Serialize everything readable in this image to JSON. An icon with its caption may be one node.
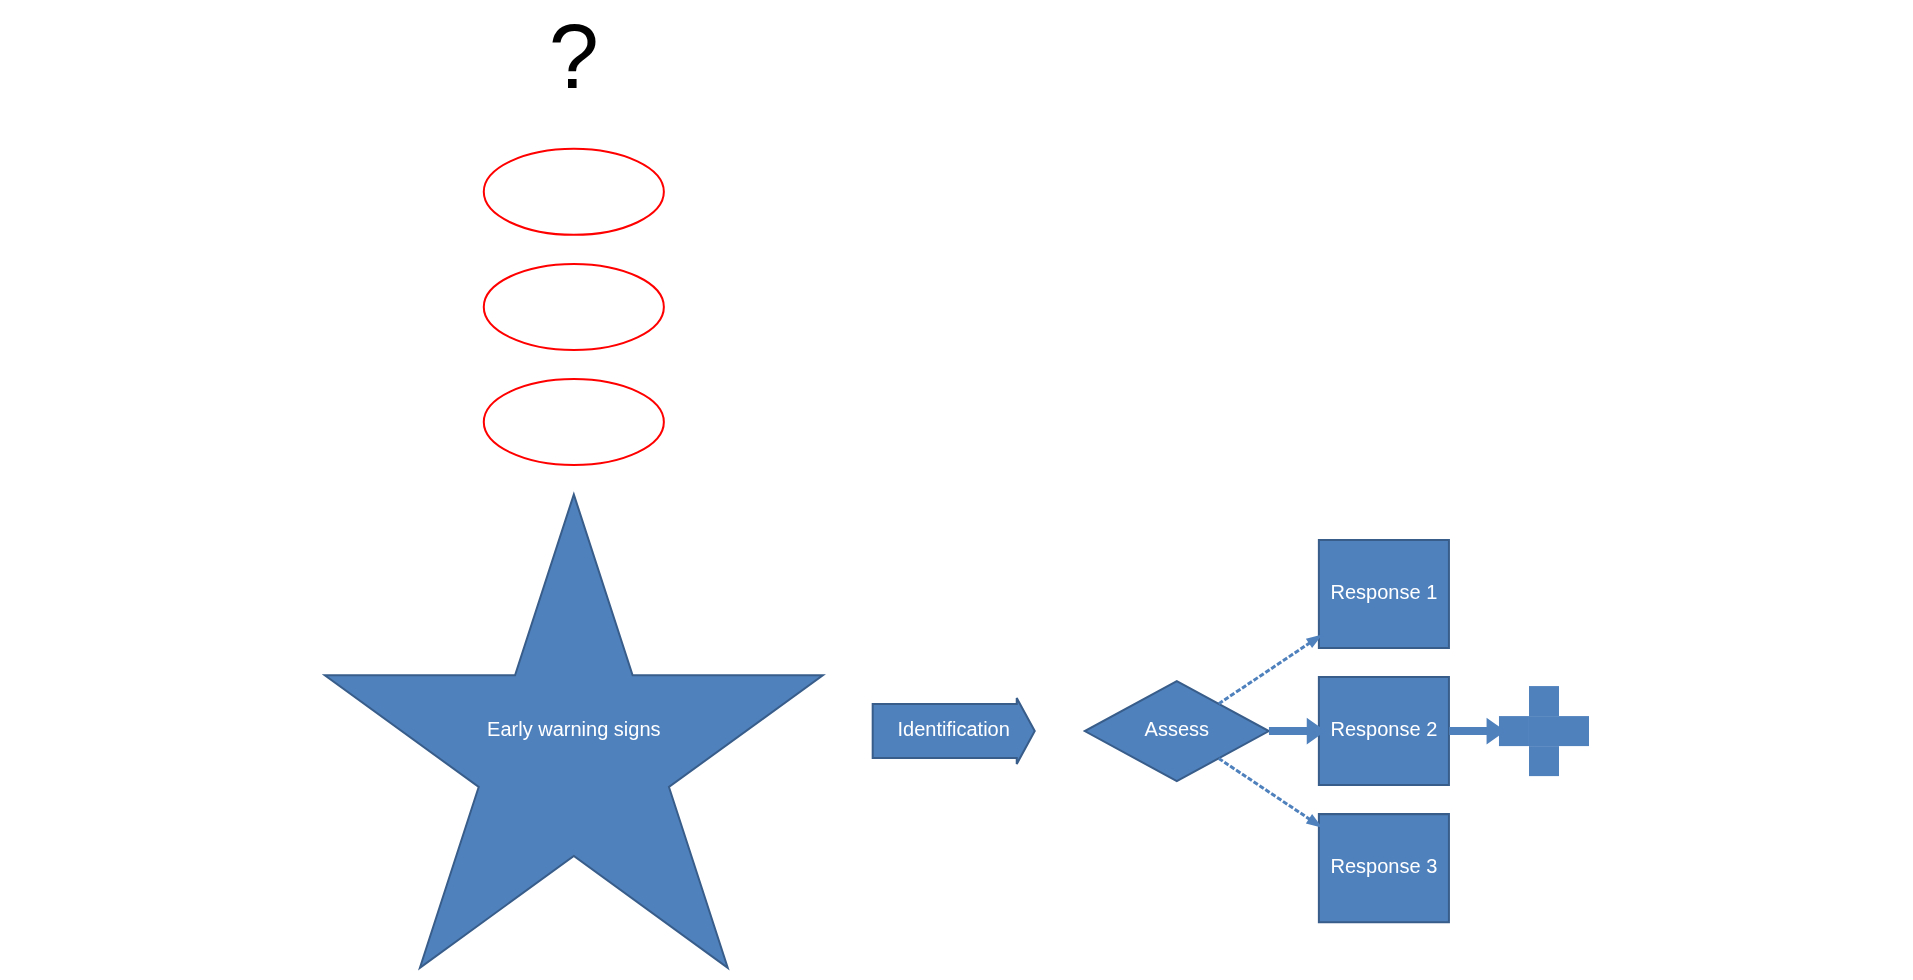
{
  "diagram": {
    "nodes": [
      {
        "text": [
          "Early warning signs"
        ]
      },
      {
        "text": [
          "Identification"
        ]
      },
      {
        "text": [
          "Assess"
        ]
      },
      {
        "text": [
          "Response 1"
        ]
      },
      {
        "text": [
          "Response 2"
        ]
      },
      {
        "text": [
          "Response 3"
        ]
      },
      {
        "text": [],
        "shape": "cross"
      },
      {
        "text": [],
        "shape": "ellipse"
      },
      {
        "text": [],
        "shape": "ellipse"
      },
      {
        "text": [],
        "shape": "ellipse"
      }
    ],
    "edges": [
      {
        "from": 2,
        "to": 3,
        "arrow": "to",
        "style": "dashed"
      },
      {
        "from": 2,
        "to": 4,
        "arrow": "to",
        "style": "thick"
      },
      {
        "from": 2,
        "to": 5,
        "arrow": "to",
        "style": "dashed"
      },
      {
        "from": 4,
        "to": 6,
        "arrow": "to",
        "style": "thick"
      }
    ],
    "labels": [
      "?"
    ]
  }
}
